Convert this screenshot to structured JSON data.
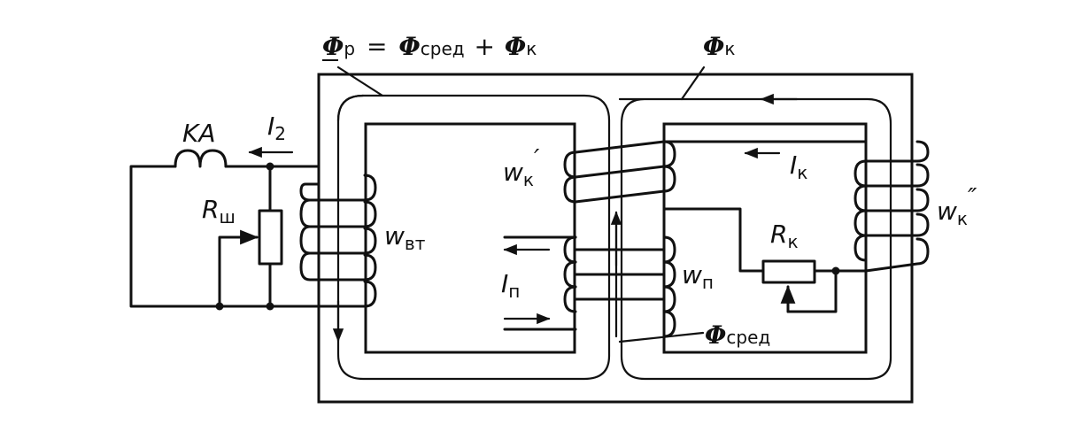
{
  "labels": {
    "phi_p_eq": {
      "p": "р",
      "eq": "=",
      "sred": "сред",
      "plus": "+",
      "k": "к"
    },
    "phi_k": {
      "k": "к"
    },
    "phi_sred": {
      "sred": "сред"
    },
    "phi_symbol": "Φ",
    "ka": "KA",
    "i2": {
      "main": "I",
      "sub": "2"
    },
    "r_sh": {
      "main": "R",
      "sub": "ш"
    },
    "w_vt": {
      "main": "w",
      "sub": "вт"
    },
    "w_k_prime": {
      "main": "w",
      "sub": "к",
      "mark": "′"
    },
    "w_k_dprime": {
      "main": "w",
      "sub": "к",
      "mark": "″"
    },
    "i_k": {
      "main": "I",
      "sub": "к"
    },
    "r_k": {
      "main": "R",
      "sub": "к"
    },
    "i_p": {
      "main": "I",
      "sub": "п"
    },
    "w_p": {
      "main": "w",
      "sub": "п"
    }
  }
}
